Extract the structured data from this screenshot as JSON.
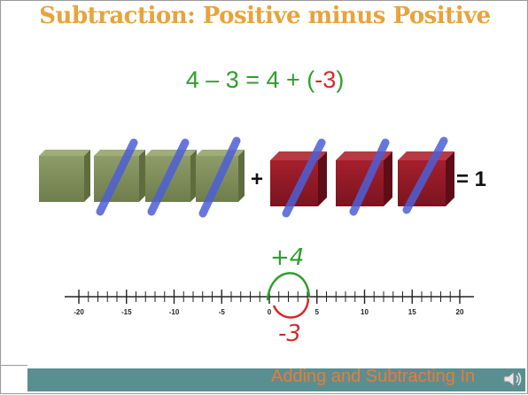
{
  "slide": {
    "title": "Subtraction: Positive minus Positive",
    "equation": {
      "lhs": "4 – 3 = 4 + (",
      "neg": "-3",
      "close": ")"
    },
    "operators": {
      "plus": "+",
      "equals": "= 1"
    },
    "number_line": {
      "tick_labels": [
        "-20",
        "-15",
        "-10",
        "-5",
        "0",
        "5",
        "10",
        "15",
        "20"
      ],
      "jump_up_label": "+4",
      "jump_down_label": "-3"
    },
    "footer_text": "Adding and Subtracting In",
    "icons": [
      "speaker-icon"
    ],
    "colors": {
      "title": "#e8a33a",
      "equation": "#2f9e2f",
      "negative": "#d62828",
      "footer_bar": "#5a8f91",
      "footer_text": "#ee7a32"
    }
  }
}
